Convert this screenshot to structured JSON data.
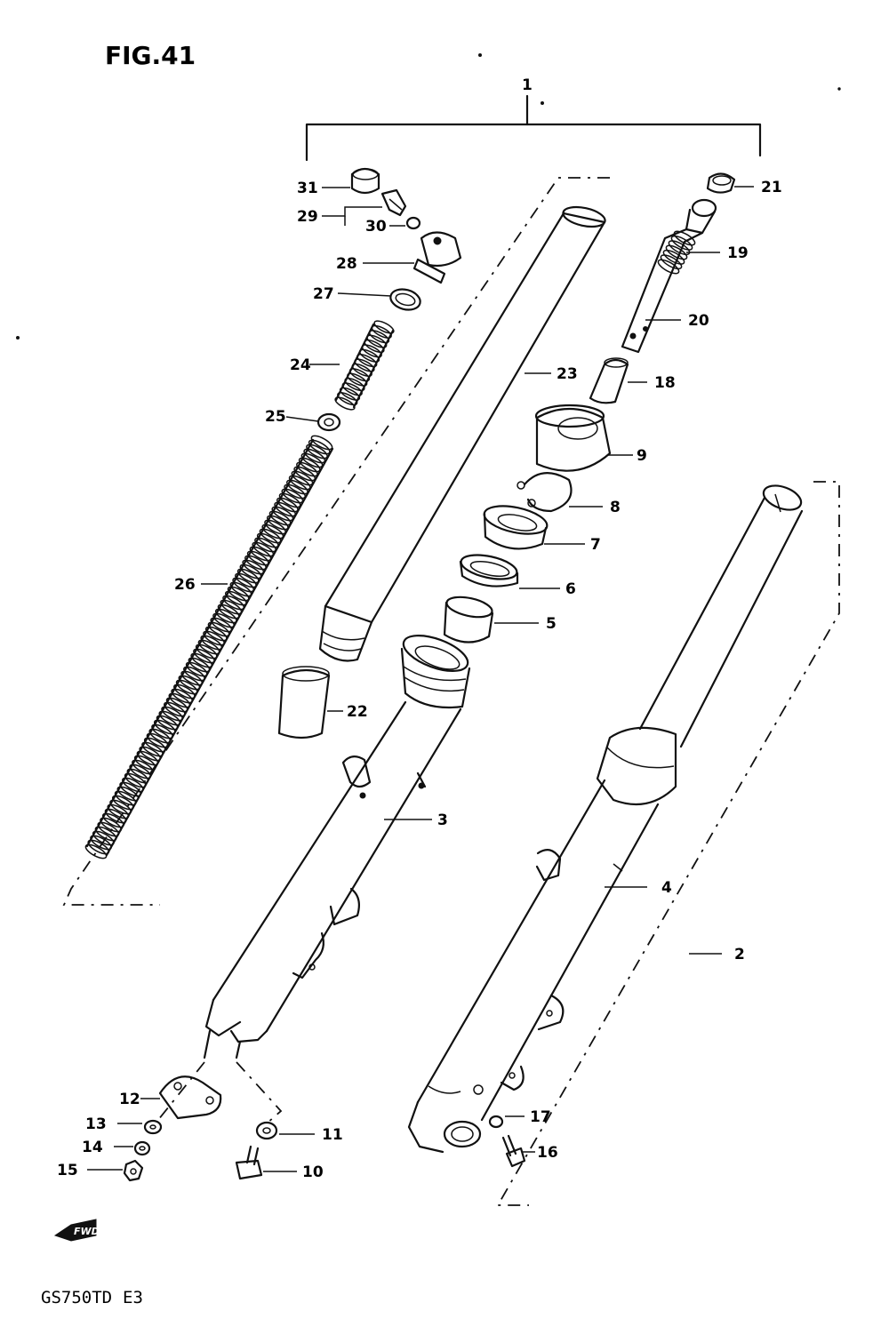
{
  "figure": {
    "title": "FIG.41",
    "model_code": "GS750TD",
    "region_code": "E3",
    "forward_indicator": "FWD"
  },
  "callouts": {
    "c1": "1",
    "c2": "2",
    "c3": "3",
    "c4": "4",
    "c5": "5",
    "c6": "6",
    "c7": "7",
    "c8": "8",
    "c9": "9",
    "c10": "10",
    "c11": "11",
    "c12": "12",
    "c13": "13",
    "c14": "14",
    "c15": "15",
    "c16": "16",
    "c17": "17",
    "c18": "18",
    "c19": "19",
    "c20": "20",
    "c21": "21",
    "c22": "22",
    "c23": "23",
    "c24": "24",
    "c25": "25",
    "c26": "26",
    "c27": "27",
    "c28": "28",
    "c29": "29",
    "c30": "30",
    "c31": "31"
  },
  "colors": {
    "ink": "#111111",
    "paper": "#ffffff"
  }
}
